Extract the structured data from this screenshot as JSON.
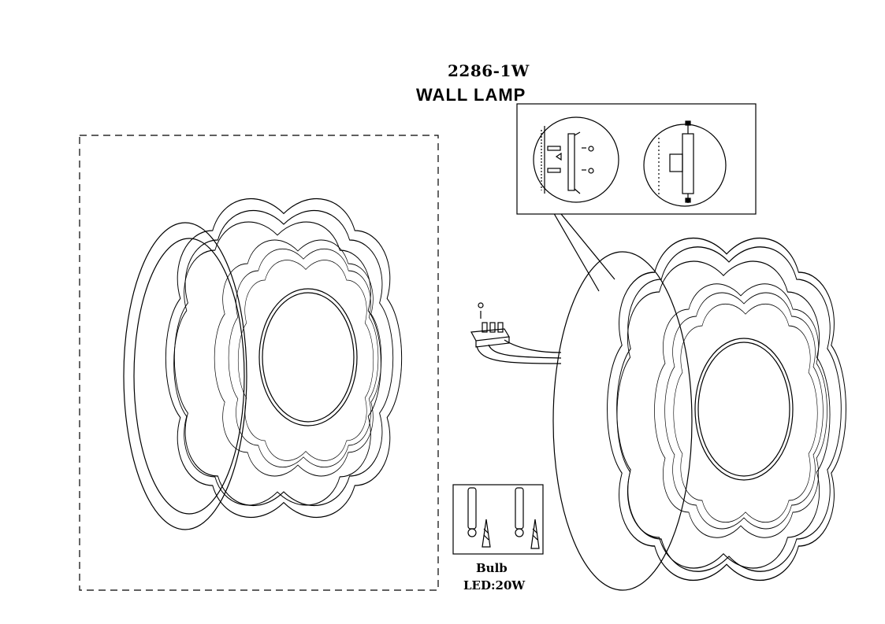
{
  "product": {
    "model": "2286-1W",
    "title": "WALL LAMP"
  },
  "bulb": {
    "label": "Bulb",
    "spec": "LED:20W"
  },
  "colors": {
    "line": "#000000",
    "background": "#ffffff"
  }
}
